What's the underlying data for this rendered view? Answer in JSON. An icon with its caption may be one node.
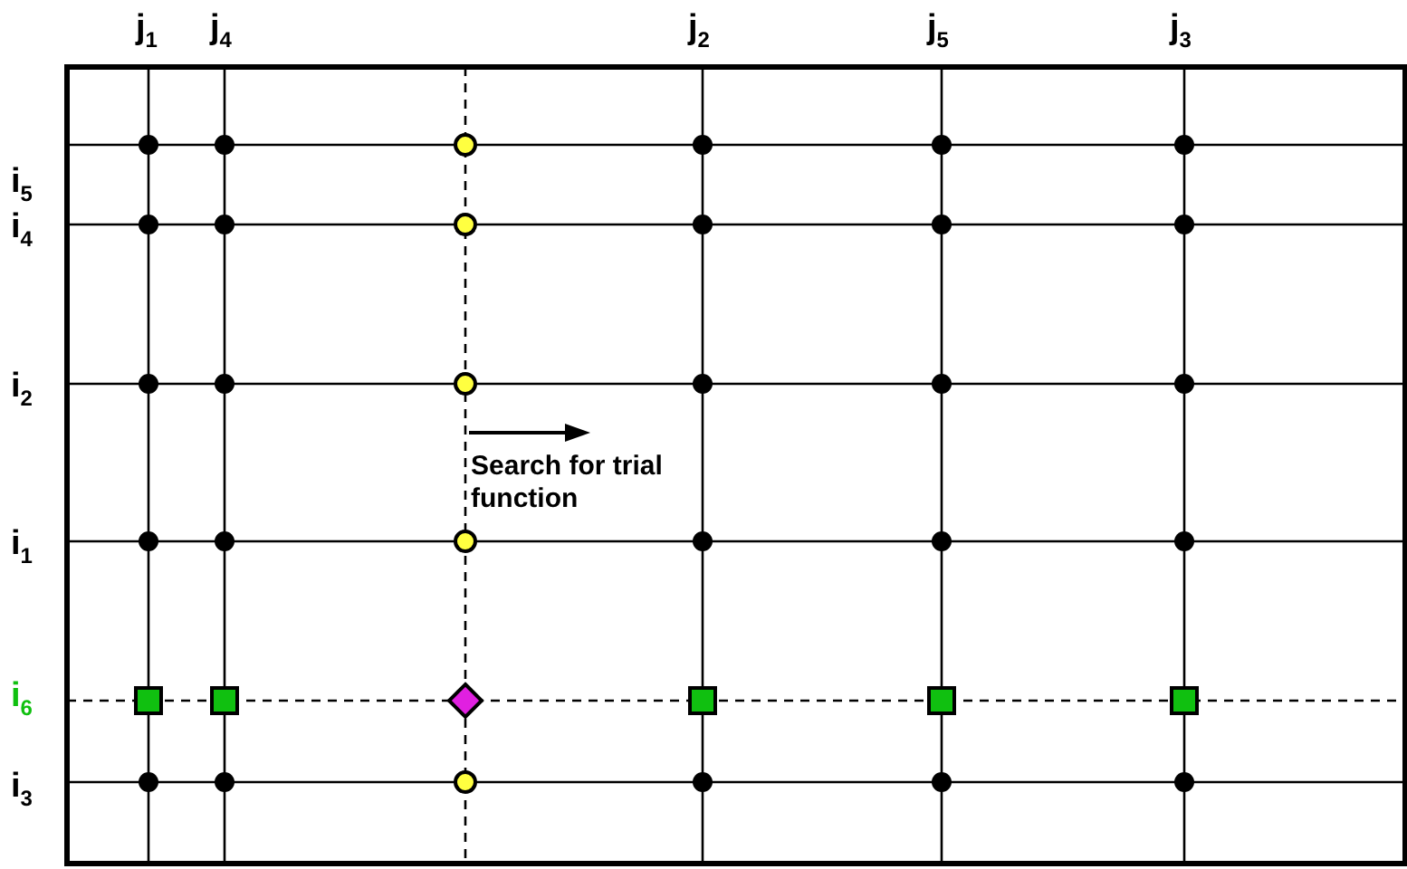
{
  "diagram": {
    "labels": [
      "j$_{1}$",
      "j$_{4}$",
      "j$_{2}$",
      "j$_{5}$",
      "j$_{3}$",
      "i$_{5}$",
      "i$_{4}$",
      "i$_{2}$",
      "Search for trial function",
      "i$_{1}$",
      "i$_{6}$",
      "i$_{3}$"
    ]
  }
}
